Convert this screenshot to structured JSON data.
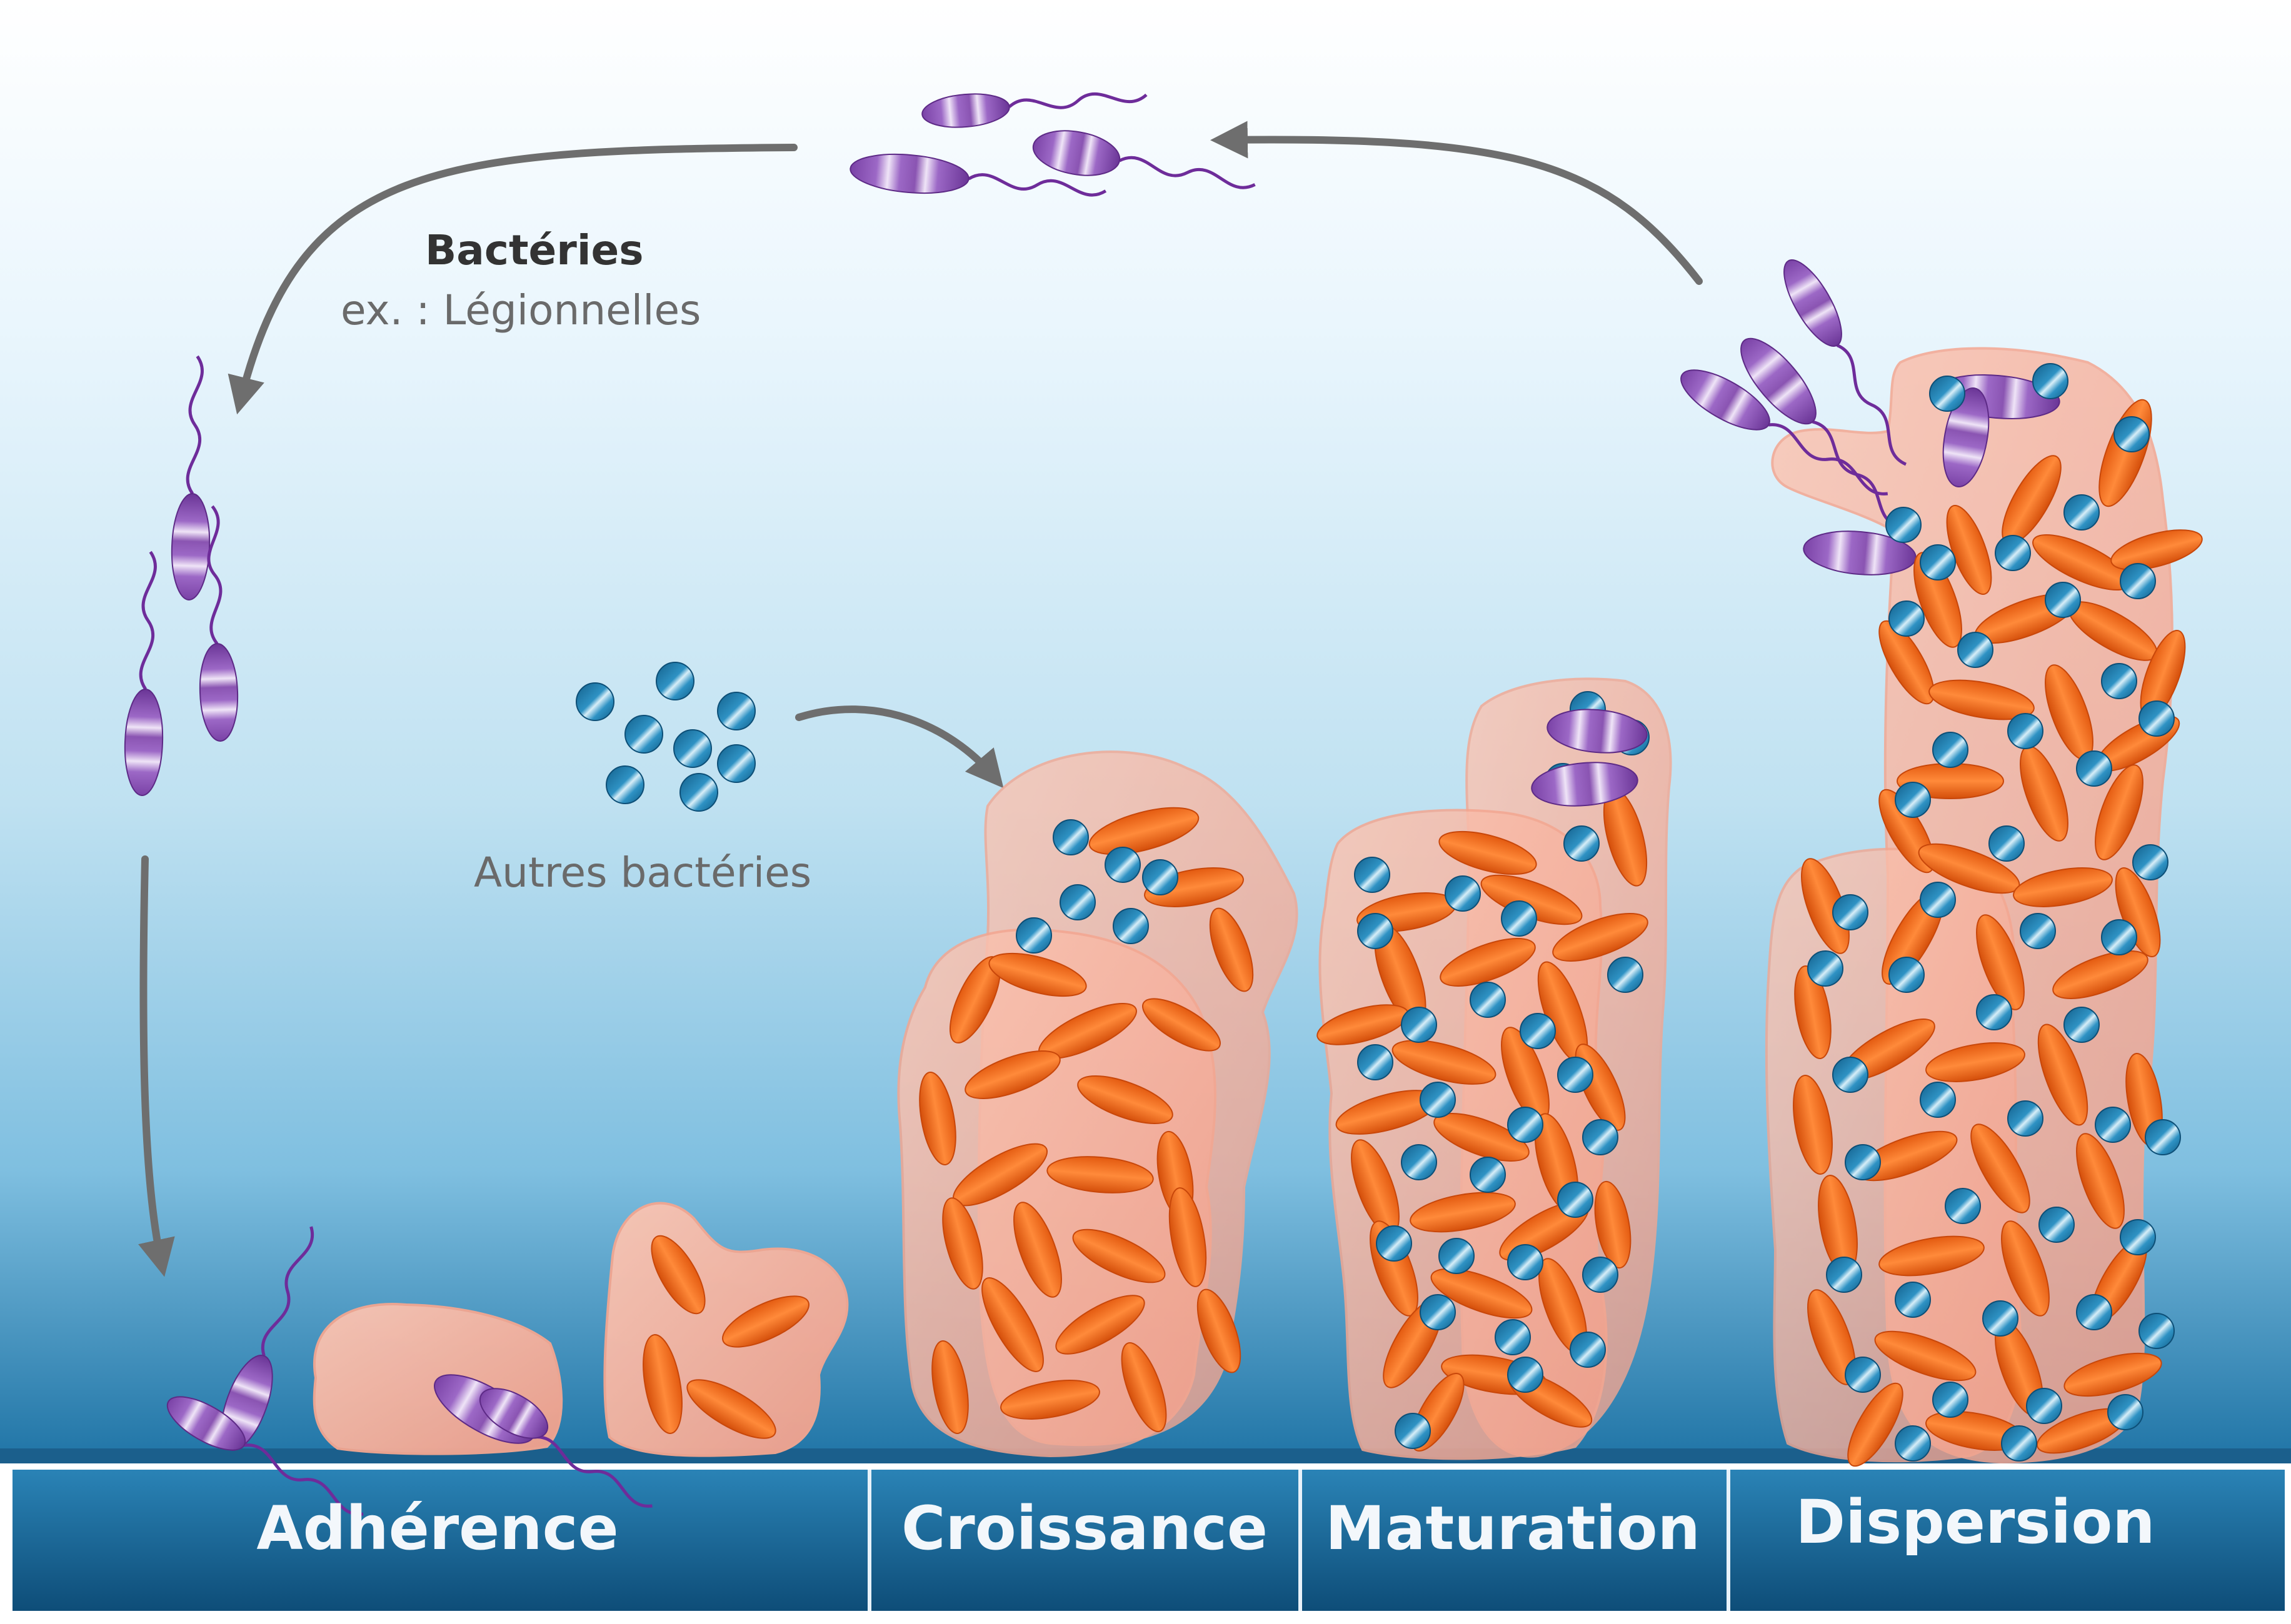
{
  "labels": {
    "bacteria_title": "Bactéries",
    "bacteria_example": "ex. : Légionnelles",
    "other_bacteria": "Autres bactéries"
  },
  "stages": [
    "Adhérence",
    "Croissance",
    "Maturation",
    "Dispersion"
  ],
  "colors": {
    "legionella": "#8a54b2",
    "legionella_stripe": "#e6d8f2",
    "other_bacteria": "#1c7ca8",
    "biofilm_rod": "#ee6a1a",
    "biofilm_matrix": "#f6b3a1",
    "water_top": "#ffffff",
    "water_bottom": "#1f74a6",
    "stage_bar": "#1d6a99",
    "arrow": "#6e6e6e"
  },
  "icons": [
    "legionella-bacterium-icon",
    "other-bacterium-icon",
    "biofilm-rod-icon",
    "cycle-arrow-icon"
  ]
}
